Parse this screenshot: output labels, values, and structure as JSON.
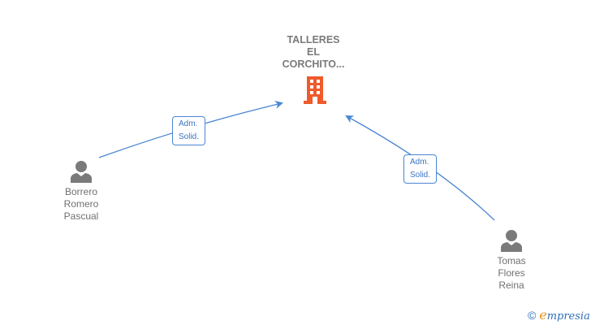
{
  "company": {
    "name_lines": [
      "TALLERES",
      "EL",
      "CORCHITO..."
    ],
    "icon": "building-icon",
    "icon_color": "#f05a2b"
  },
  "persons": [
    {
      "name_lines": [
        "Borrero",
        "Romero",
        "Pascual"
      ],
      "icon": "person-icon"
    },
    {
      "name_lines": [
        "Tomas",
        "Flores",
        "Reina"
      ],
      "icon": "person-icon"
    }
  ],
  "relations": [
    {
      "from": "Borrero Romero Pascual",
      "to": "TALLERES EL CORCHITO...",
      "label_lines": [
        "Adm.",
        "Solid."
      ]
    },
    {
      "from": "Tomas Flores Reina",
      "to": "TALLERES EL CORCHITO...",
      "label_lines": [
        "Adm.",
        "Solid."
      ]
    }
  ],
  "footer": {
    "copyright": "©",
    "brand_initial": "e",
    "brand_rest": "mpresia"
  },
  "colors": {
    "edge": "#4a86d4",
    "text": "#707070",
    "company": "#f05a2b"
  }
}
